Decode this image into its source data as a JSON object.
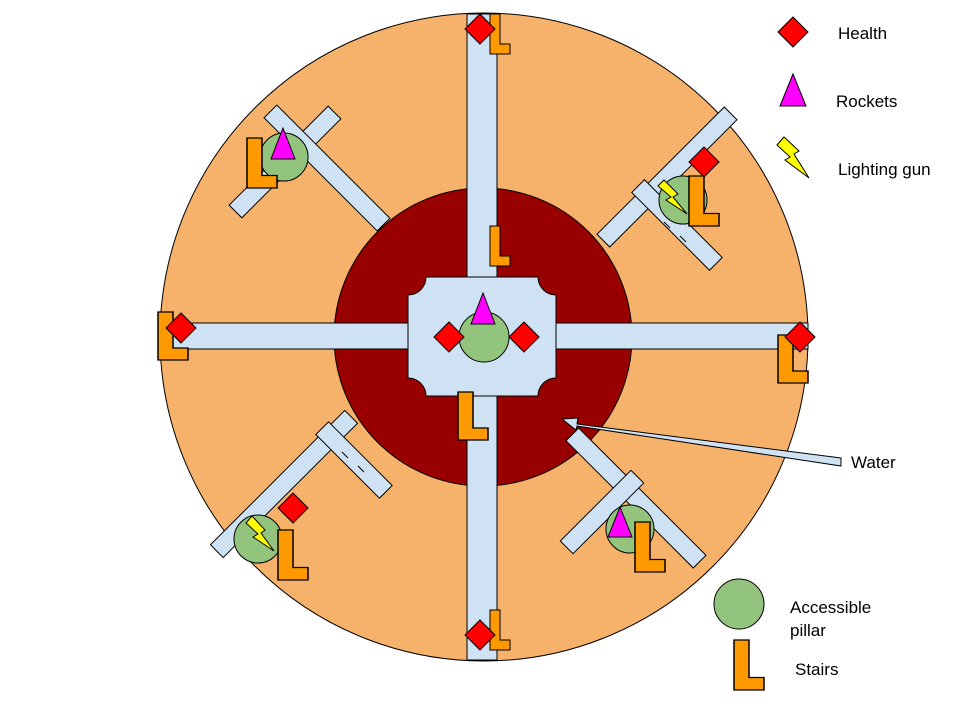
{
  "legend": {
    "health": "Health",
    "rockets": "Rockets",
    "lightning": "Lighting gun",
    "water": "Water",
    "pillar_line1": "Accessible",
    "pillar_line2": "pillar",
    "stairs": "Stairs"
  },
  "colors": {
    "background": "#ffffff",
    "arena": "#f6b26b",
    "water": "#990000",
    "walkway": "#cfe2f3",
    "health": "#ff0000",
    "rockets": "#ff00ff",
    "lightning": "#ffff00",
    "pillar": "#93c47d",
    "stairs": "#ff9900",
    "outline": "#000000"
  }
}
